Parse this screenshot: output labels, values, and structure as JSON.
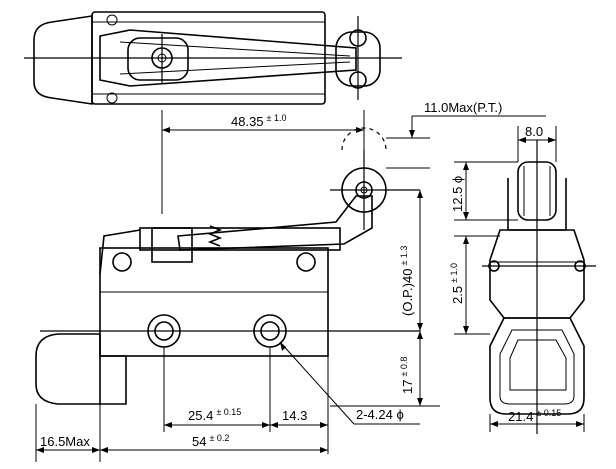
{
  "dimensions": {
    "travel_length": {
      "value": "48.35",
      "tolerance": "± 1.0"
    },
    "pretravel": {
      "value": "11.0Max(P.T.)"
    },
    "roller_width": {
      "value": "8.0"
    },
    "roller_diameter": {
      "value": "12.5 ϕ"
    },
    "overtravel": {
      "value": "2.5",
      "tolerance": "± 1.0"
    },
    "operating_position": {
      "value": "(O.P.)40",
      "tolerance": "± 1.3"
    },
    "mount_height": {
      "value": "17",
      "tolerance": "± 0.8"
    },
    "hole_spacing": {
      "value": "25.4",
      "tolerance": "± 0.15"
    },
    "hole_offset": {
      "value": "14.3"
    },
    "hole_callout": {
      "value": "2-4.24 ϕ"
    },
    "boot_length": {
      "value": "16.5Max"
    },
    "body_length": {
      "value": "54",
      "tolerance": "± 0.2"
    },
    "body_width": {
      "value": "21.4",
      "tolerance": "± 0.15"
    }
  }
}
